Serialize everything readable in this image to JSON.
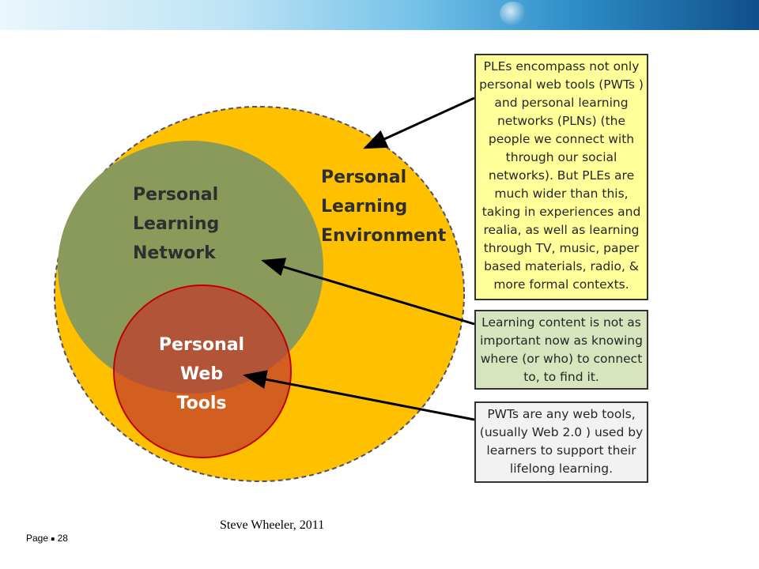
{
  "header": {
    "banner_colors": [
      "#eaf6fc",
      "#74c2e8",
      "#0f4f8a"
    ]
  },
  "diagram": {
    "circles": [
      {
        "id": "ple",
        "label": "Personal\nLearning\nEnvironment",
        "color": "#ffc000"
      },
      {
        "id": "pln",
        "label": "Personal\nLearning\nNetwork",
        "color": "#8a9a5b"
      },
      {
        "id": "pwt",
        "label": "Personal\nWeb\nTools",
        "color": "#c0392b"
      }
    ],
    "callouts": [
      {
        "id": "ple",
        "text": "PLEs encompass not only personal web tools (PWTs ) and personal learning networks (PLNs) (the people we connect with through our social networks). But PLEs are much wider than this, taking in experiences and realia, as well as learning through TV, music, paper based materials, radio, & more formal contexts.",
        "color": "#ffff99"
      },
      {
        "id": "pln",
        "text": "Learning content is not as important now as knowing where (or who) to connect to, to find it.",
        "color": "#d6e5bd"
      },
      {
        "id": "pwt",
        "text": "PWTs are any web tools, (usually Web 2.0 ) used by learners to support their lifelong learning.",
        "color": "#f2f2f2"
      }
    ]
  },
  "footer": {
    "credit": "Steve Wheeler, 2011",
    "page_label": "Page",
    "page_number": "28"
  }
}
